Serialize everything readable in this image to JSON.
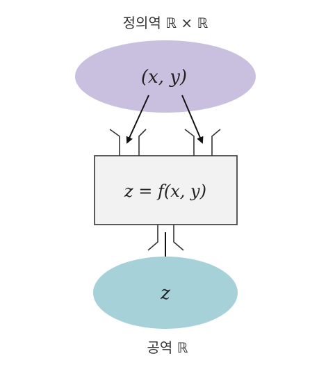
{
  "domain_label": "정의역 ℝ × ℝ",
  "input_pair": "(x, y)",
  "function_expr": "z = f(x, y)",
  "output_var": "z",
  "codomain_label": "공역 ℝ",
  "colors": {
    "domain_fill": "#c8c0de",
    "codomain_fill": "#a7d1d8",
    "box_fill": "#f2f2f2",
    "stroke": "#333333",
    "arrow": "#111111"
  }
}
